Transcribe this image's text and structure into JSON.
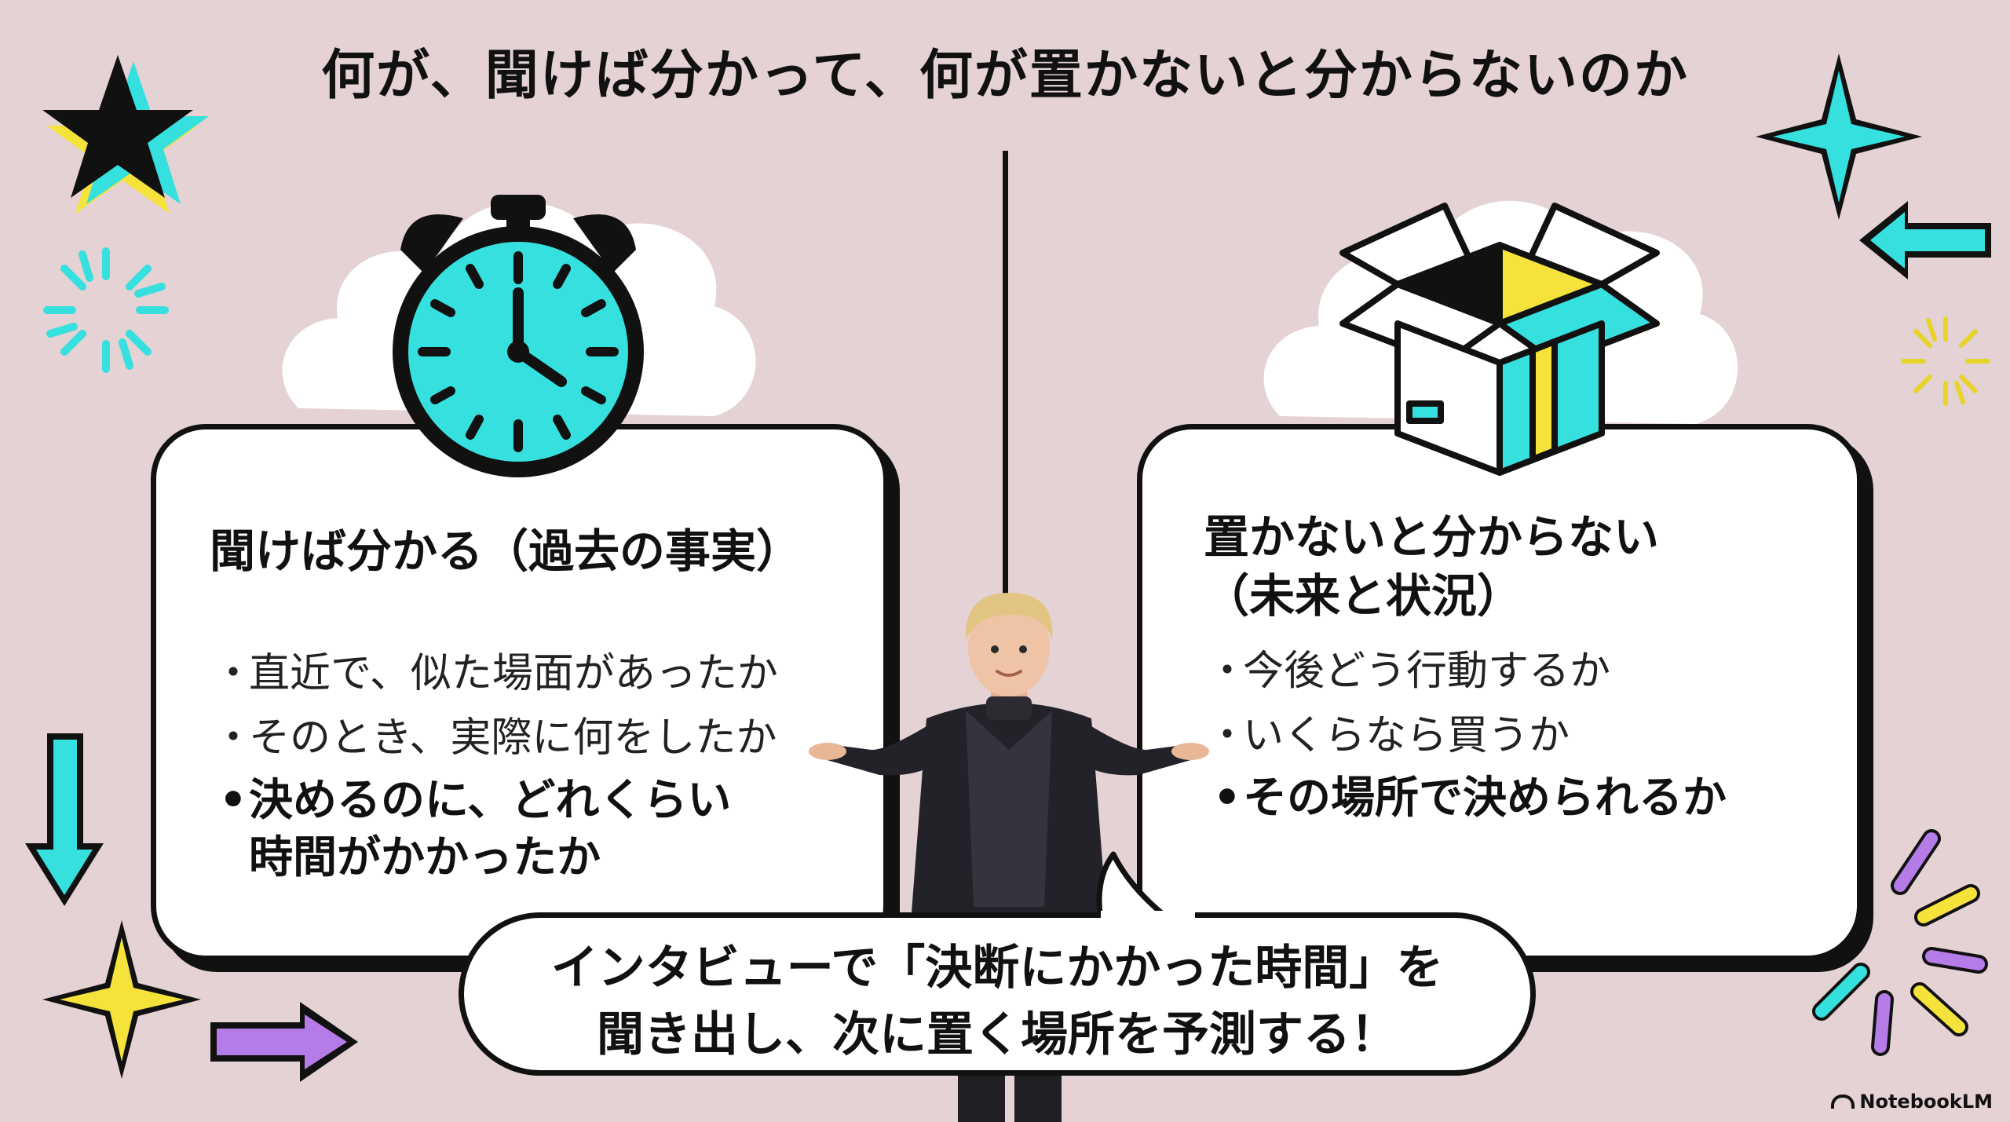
{
  "title": "何が、聞けば分かって、何が置かないと分からないのか",
  "left_panel": {
    "heading": "聞けば分かる（過去の事実）",
    "items": [
      "直近で、似た場面があったか",
      "そのとき、実際に何をしたか"
    ],
    "highlight_lines": [
      "決めるのに、どれくらい",
      "時間がかかったか"
    ]
  },
  "right_panel": {
    "heading_lines": [
      "置かないと分からない",
      "（未来と状況）"
    ],
    "items": [
      "今後どう行動するか",
      "いくらなら買うか"
    ],
    "highlight": "その場所で決められるか"
  },
  "speech_bubble": {
    "lines": [
      "インタビューで「決断にかかった時間」を",
      "聞き出し、次に置く場所を予測する！"
    ]
  },
  "footer": {
    "logo_text": "NotebookLM",
    "logo_icon": "notebooklm-icon"
  },
  "icons": [
    "stopwatch-icon",
    "open-box-icon",
    "star-icon",
    "sparkle-icon",
    "arrow-icon",
    "burst-icon",
    "person-illustration"
  ],
  "colors": {
    "background": "#e4d2d4",
    "cyan": "#35e0de",
    "yellow": "#f5e23b",
    "purple": "#b57be6",
    "ink": "#111111"
  }
}
